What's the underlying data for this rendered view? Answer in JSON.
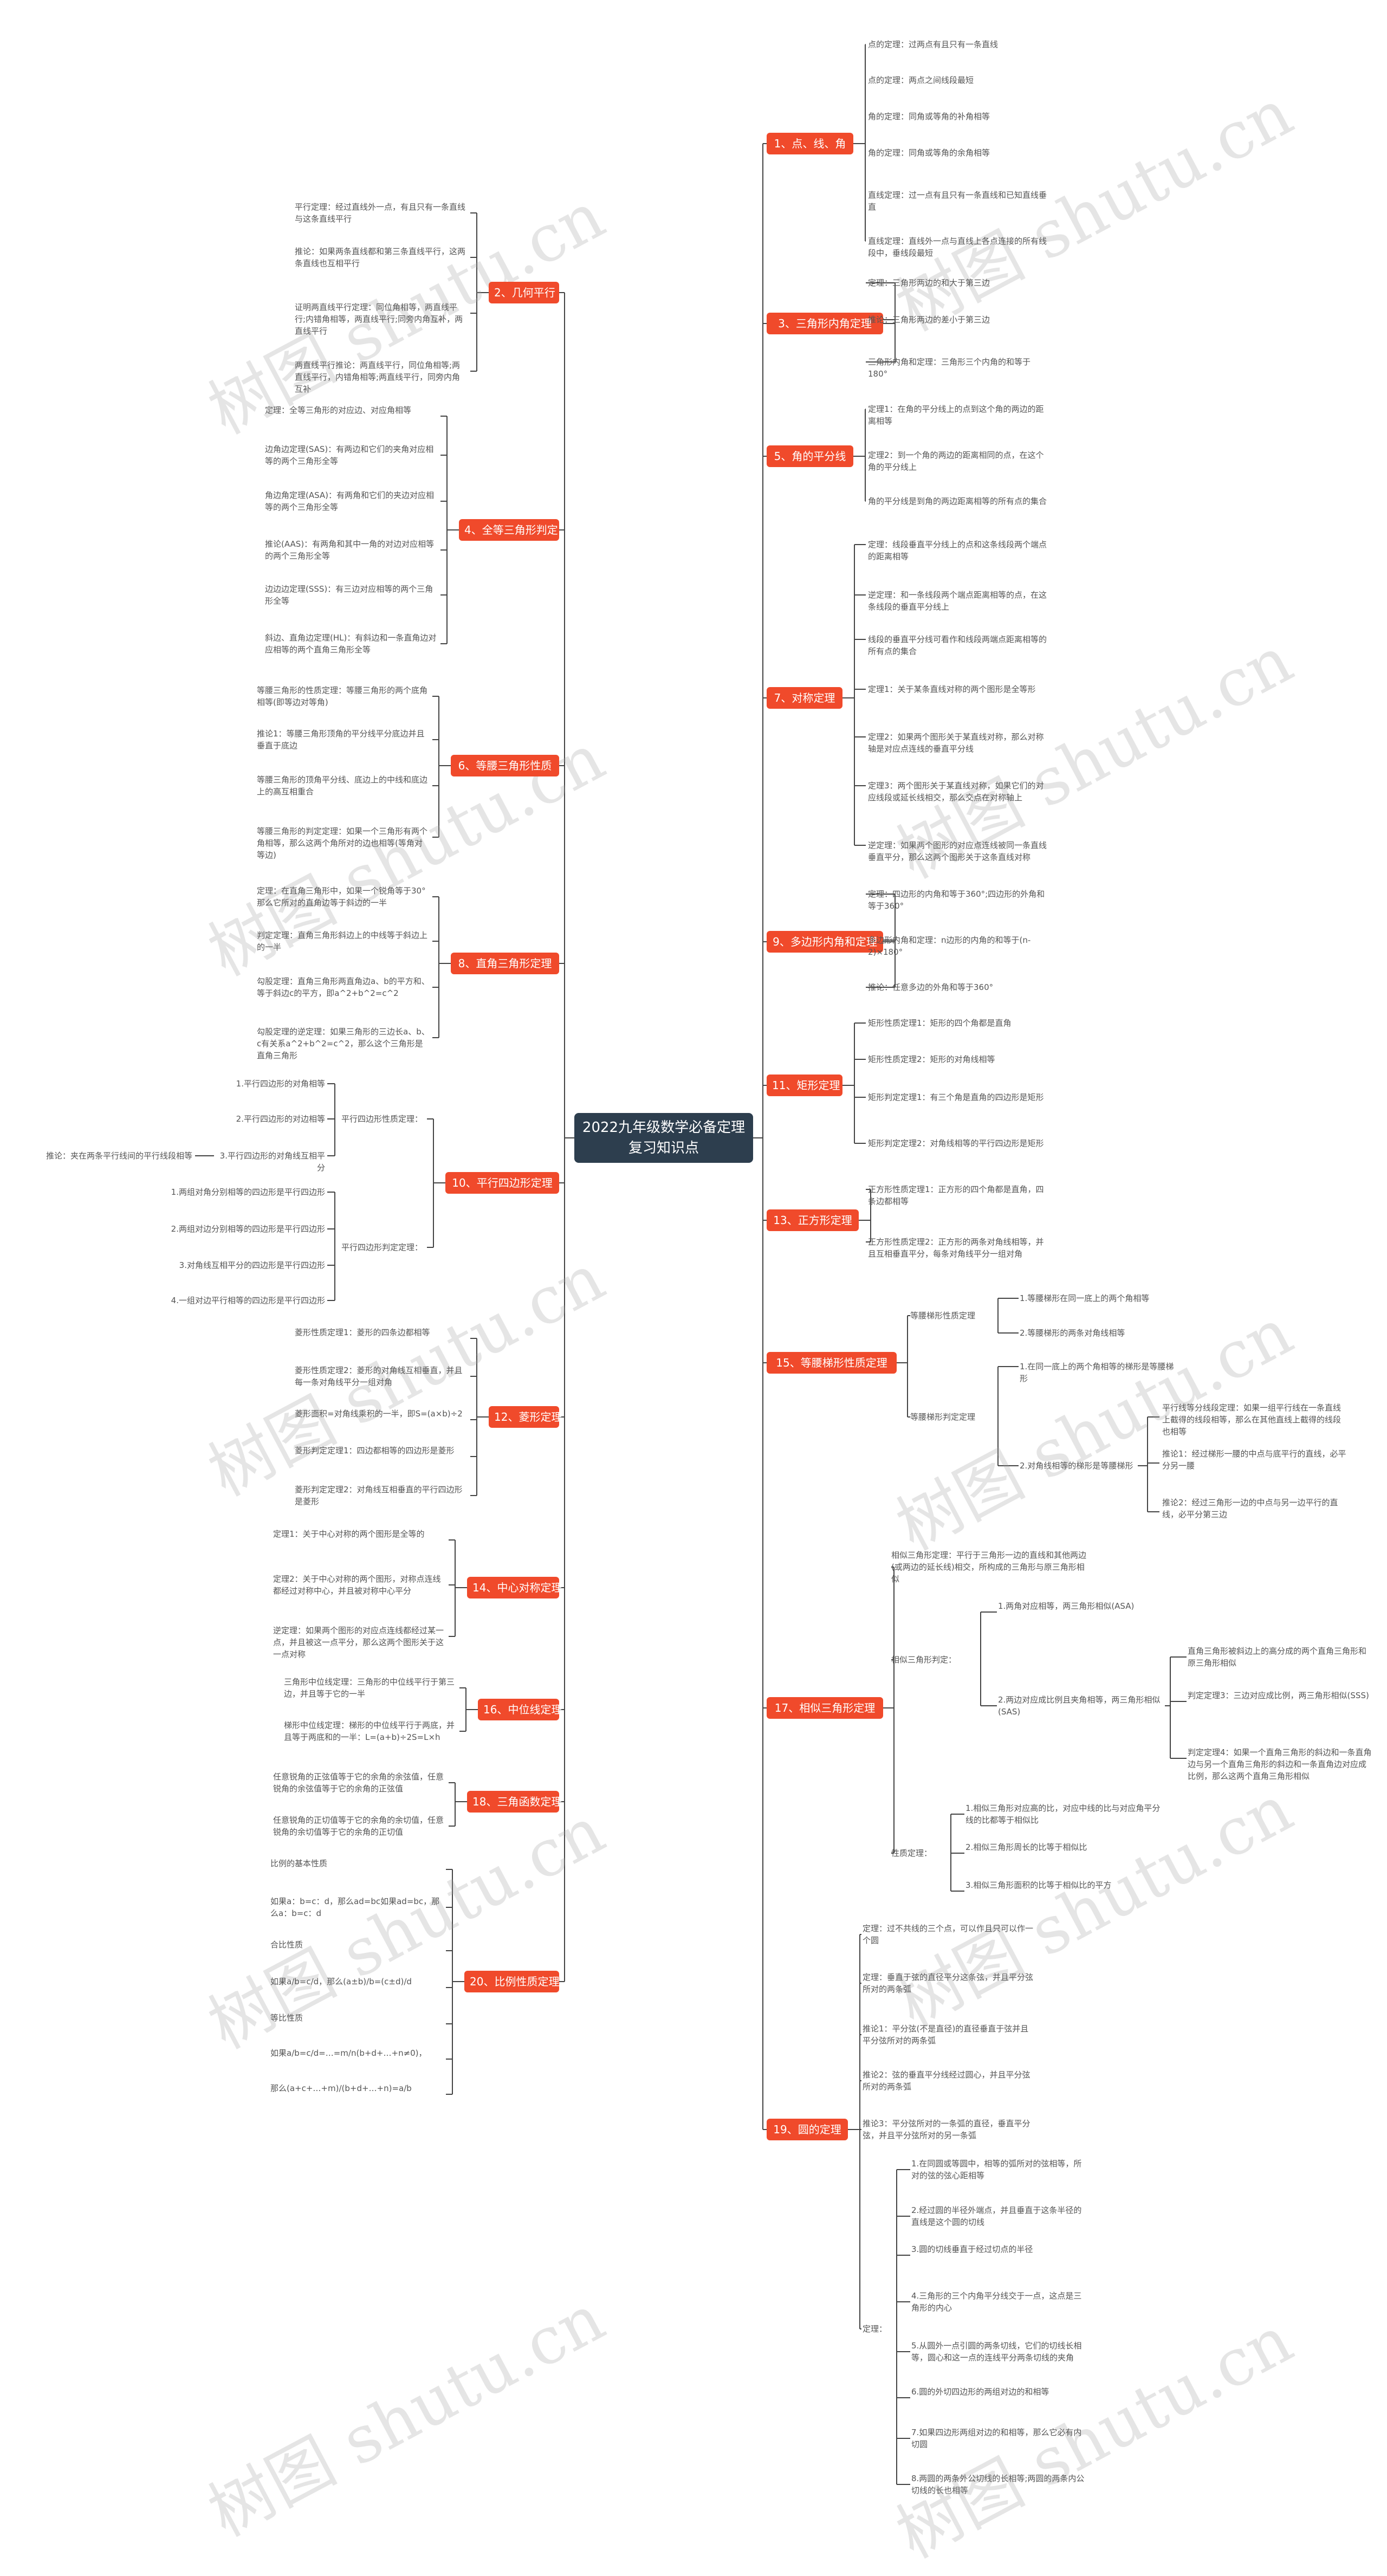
{
  "root": {
    "line1": "2022九年级数学必备定理",
    "line2": "复习知识点"
  },
  "watermark": "树图 shutu.cn",
  "colors": {
    "root": "#2d3e4e",
    "branch": "#f04a2b",
    "line": "#444444",
    "text": "#555555"
  },
  "right": [
    {
      "label": "1、点、线、角",
      "items": [
        "点的定理：过两点有且只有一条直线",
        "点的定理：两点之间线段最短",
        "角的定理：同角或等角的补角相等",
        "角的定理：同角或等角的余角相等",
        "直线定理：过一点有且只有一条直线和已知直线垂直",
        "直线定理：直线外一点与直线上各点连接的所有线段中，垂线段最短"
      ]
    },
    {
      "label": "3、三角形内角定理",
      "items": [
        "定理：三角形两边的和大于第三边",
        "推论：三角形两边的差小于第三边",
        "三角形内角和定理：三角形三个内角的和等于180°"
      ]
    },
    {
      "label": "5、角的平分线",
      "items": [
        "定理1：在角的平分线上的点到这个角的两边的距离相等",
        "定理2：到一个角的两边的距离相同的点，在这个角的平分线上",
        "角的平分线是到角的两边距离相等的所有点的集合"
      ]
    },
    {
      "label": "7、对称定理",
      "items": [
        "定理：线段垂直平分线上的点和这条线段两个端点的距离相等",
        "逆定理：和一条线段两个端点距离相等的点，在这条线段的垂直平分线上",
        "线段的垂直平分线可看作和线段两端点距离相等的所有点的集合",
        "定理1：关于某条直线对称的两个图形是全等形",
        "定理2：如果两个图形关于某直线对称，那么对称轴是对应点连线的垂直平分线",
        "定理3：两个图形关于某直线对称，如果它们的对应线段或延长线相交，那么交点在对称轴上",
        "逆定理：如果两个图形的对应点连线被同一条直线垂直平分，那么这两个图形关于这条直线对称"
      ]
    },
    {
      "label": "9、多边形内角和定理",
      "items": [
        "定理：四边形的内角和等于360°;四边形的外角和等于360°",
        "多边形内角和定理：n边形的内角的和等于(n-2)×180°",
        "推论：任意多边的外角和等于360°"
      ]
    },
    {
      "label": "11、矩形定理",
      "items": [
        "矩形性质定理1：矩形的四个角都是直角",
        "矩形性质定理2：矩形的对角线相等",
        "矩形判定定理1：有三个角是直角的四边形是矩形",
        "矩形判定定理2：对角线相等的平行四边形是矩形"
      ]
    },
    {
      "label": "13、正方形定理",
      "items": [
        "正方形性质定理1：正方形的四个角都是直角，四条边都相等",
        "正方形性质定理2：正方形的两条对角线相等，并且互相垂直平分，每条对角线平分一组对角"
      ]
    },
    {
      "label": "15、等腰梯形性质定理",
      "groups": [
        {
          "label": "等腰梯形性质定理",
          "items": [
            "1.等腰梯形在同一底上的两个角相等",
            "2.等腰梯形的两条对角线相等"
          ]
        },
        {
          "label": "等腰梯形判定定理",
          "items": [
            "1.在同一底上的两个角相等的梯形是等腰梯形",
            "2.对角线相等的梯形是等腰梯形"
          ],
          "sub": [
            "平行线等分线段定理：如果一组平行线在一条直线上截得的线段相等，那么在其他直线上截得的线段也相等",
            "推论1：经过梯形一腰的中点与底平行的直线，必平分另一腰",
            "推论2：经过三角形一边的中点与另一边平行的直线，必平分第三边"
          ]
        }
      ]
    },
    {
      "label": "17、相似三角形定理",
      "groups": [
        {
          "label": "相似三角形定理：平行于三角形一边的直线和其他两边(或两边的延长线)相交，所构成的三角形与原三角形相似",
          "items": []
        },
        {
          "label": "相似三角形判定：",
          "items": [
            "1.两角对应相等，两三角形相似(ASA)",
            "2.两边对应成比例且夹角相等，两三角形相似(SAS)"
          ],
          "sub": [
            "直角三角形被斜边上的高分成的两个直角三角形和原三角形相似",
            "判定定理3：三边对应成比例，两三角形相似(SSS)",
            "判定定理4：如果一个直角三角形的斜边和一条直角边与另一个直角三角形的斜边和一条直角边对应成比例，那么这两个直角三角形相似"
          ]
        },
        {
          "label": "性质定理：",
          "items": [
            "1.相似三角形对应高的比，对应中线的比与对应角平分线的比都等于相似比",
            "2.相似三角形周长的比等于相似比",
            "3.相似三角形面积的比等于相似比的平方"
          ]
        }
      ]
    },
    {
      "label": "19、圆的定理",
      "items": [
        "定理：过不共线的三个点，可以作且只可以作一个圆",
        "定理：垂直于弦的直径平分这条弦，并且平分弦所对的两条弧",
        "推论1：平分弦(不是直径)的直径垂直于弦并且平分弦所对的两条弧",
        "推论2：弦的垂直平分线经过圆心，并且平分弦所对的两条弧",
        "推论3：平分弦所对的一条弧的直径，垂直平分弦，并且平分弦所对的另一条弧"
      ],
      "groups": [
        {
          "label": "定理：",
          "items": [
            "1.在同圆或等圆中，相等的弧所对的弦相等，所对的弦的弦心距相等",
            "2.经过圆的半径外端点，并且垂直于这条半径的直线是这个圆的切线",
            "3.圆的切线垂直于经过切点的半径",
            "4.三角形的三个内角平分线交于一点，这点是三角形的内心",
            "5.从圆外一点引圆的两条切线，它们的切线长相等，圆心和这一点的连线平分两条切线的夹角",
            "6.圆的外切四边形的两组对边的和相等",
            "7.如果四边形两组对边的和相等，那么它必有内切圆",
            "8.两圆的两条外公切线的长相等;两圆的两条内公切线的长也相等"
          ]
        }
      ]
    }
  ],
  "left": [
    {
      "label": "2、几何平行",
      "items": [
        "平行定理：经过直线外一点，有且只有一条直线与这条直线平行",
        "推论：如果两条直线都和第三条直线平行，这两条直线也互相平行",
        "证明两直线平行定理：同位角相等，两直线平行;内错角相等，两直线平行;同旁内角互补，两直线平行",
        "两直线平行推论：两直线平行，同位角相等;两直线平行，内错角相等;两直线平行，同旁内角互补"
      ]
    },
    {
      "label": "4、全等三角形判定",
      "items": [
        "定理：全等三角形的对应边、对应角相等",
        "边角边定理(SAS)：有两边和它们的夹角对应相等的两个三角形全等",
        "角边角定理(ASA)：有两角和它们的夹边对应相等的两个三角形全等",
        "推论(AAS)：有两角和其中一角的对边对应相等的两个三角形全等",
        "边边边定理(SSS)：有三边对应相等的两个三角形全等",
        "斜边、直角边定理(HL)：有斜边和一条直角边对应相等的两个直角三角形全等"
      ]
    },
    {
      "label": "6、等腰三角形性质",
      "items": [
        "等腰三角形的性质定理：等腰三角形的两个底角相等(即等边对等角)",
        "推论1：等腰三角形顶角的平分线平分底边并且垂直于底边",
        "等腰三角形的顶角平分线、底边上的中线和底边上的高互相重合",
        "等腰三角形的判定定理：如果一个三角形有两个角相等，那么这两个角所对的边也相等(等角对等边)"
      ]
    },
    {
      "label": "8、直角三角形定理",
      "items": [
        "定理：在直角三角形中，如果一个锐角等于30°那么它所对的直角边等于斜边的一半",
        "判定定理：直角三角形斜边上的中线等于斜边上的一半",
        "勾股定理：直角三角形两直角边a、b的平方和、等于斜边c的平方，即a^2+b^2=c^2",
        "勾股定理的逆定理：如果三角形的三边长a、b、c有关系a^2+b^2=c^2，那么这个三角形是直角三角形"
      ]
    },
    {
      "label": "10、平行四边形定理",
      "groups": [
        {
          "label": "平行四边形性质定理：",
          "items": [
            "1.平行四边形的对角相等",
            "2.平行四边形的对边相等",
            "3.平行四边形的对角线互相平分"
          ],
          "extra": "推论：夹在两条平行线间的平行线段相等"
        },
        {
          "label": "平行四边形判定定理：",
          "items": [
            "1.两组对角分别相等的四边形是平行四边形",
            "2.两组对边分别相等的四边形是平行四边形",
            "3.对角线互相平分的四边形是平行四边形",
            "4.一组对边平行相等的四边形是平行四边形"
          ]
        }
      ]
    },
    {
      "label": "12、菱形定理",
      "items": [
        "菱形性质定理1：菱形的四条边都相等",
        "菱形性质定理2：菱形的对角线互相垂直，并且每一条对角线平分一组对角",
        "菱形面积=对角线乘积的一半，即S=(a×b)÷2",
        "菱形判定定理1：四边都相等的四边形是菱形",
        "菱形判定定理2：对角线互相垂直的平行四边形是菱形"
      ]
    },
    {
      "label": "14、中心对称定理",
      "items": [
        "定理1：关于中心对称的两个图形是全等的",
        "定理2：关于中心对称的两个图形，对称点连线都经过对称中心，并且被对称中心平分",
        "逆定理：如果两个图形的对应点连线都经过某一点，并且被这一点平分，那么这两个图形关于这一点对称"
      ]
    },
    {
      "label": "16、中位线定理",
      "items": [
        "三角形中位线定理：三角形的中位线平行于第三边，并且等于它的一半",
        "梯形中位线定理：梯形的中位线平行于两底，并且等于两底和的一半：L=(a+b)÷2S=L×h"
      ]
    },
    {
      "label": "18、三角函数定理",
      "items": [
        "任意锐角的正弦值等于它的余角的余弦值，任意锐角的余弦值等于它的余角的正弦值",
        "任意锐角的正切值等于它的余角的余切值，任意锐角的余切值等于它的余角的正切值"
      ]
    },
    {
      "label": "20、比例性质定理",
      "items": [
        "比例的基本性质",
        "如果a：b=c：d，那么ad=bc如果ad=bc，那么a：b=c：d",
        "合比性质",
        "如果a/b=c/d，那么(a±b)/b=(c±d)/d",
        "等比性质",
        "如果a/b=c/d=…=m/n(b+d+…+n≠0)，",
        "那么(a+c+…+m)/(b+d+…+n)=a/b"
      ]
    }
  ]
}
